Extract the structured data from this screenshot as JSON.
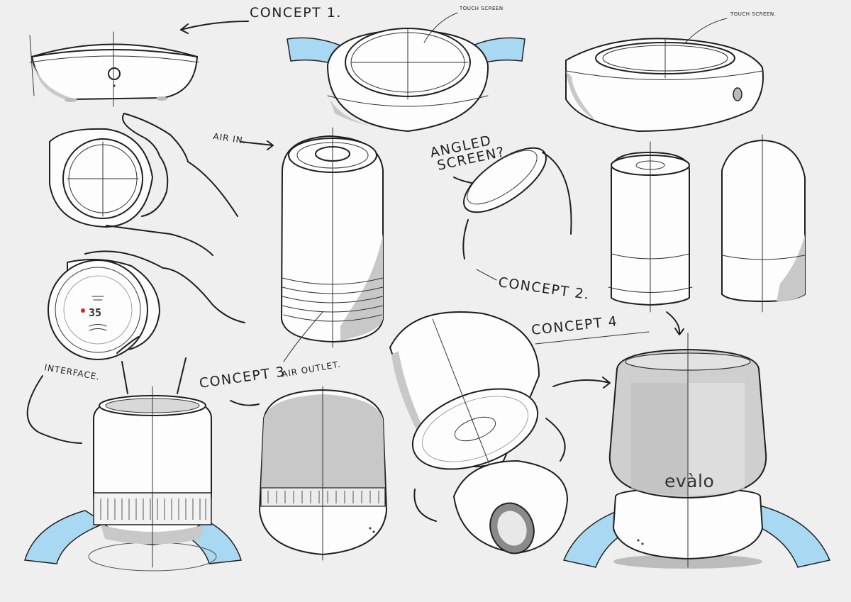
{
  "labels": {
    "concept1": "CONCEPT 1.",
    "concept2": "CONCEPT 2.",
    "concept3": "CONCEPT 3",
    "concept4": "CONCEPT 4",
    "air_in": "AIR IN.",
    "air_outlet": "AIR OUTLET.",
    "angled_screen_line1": "ANGLED",
    "angled_screen_line2": "SCREEN?",
    "interface": "INTERFACE.",
    "touch_screen_1": "TOUCH SCREEN",
    "touch_screen_2": "TOUCH SCREEN.",
    "brand": "evàlo",
    "display_value": "35"
  },
  "colors": {
    "background": "#efefef",
    "airflow_blue": "#a9d8f2",
    "shade": "#c8c8c8",
    "indicator_red": "#e02020"
  }
}
